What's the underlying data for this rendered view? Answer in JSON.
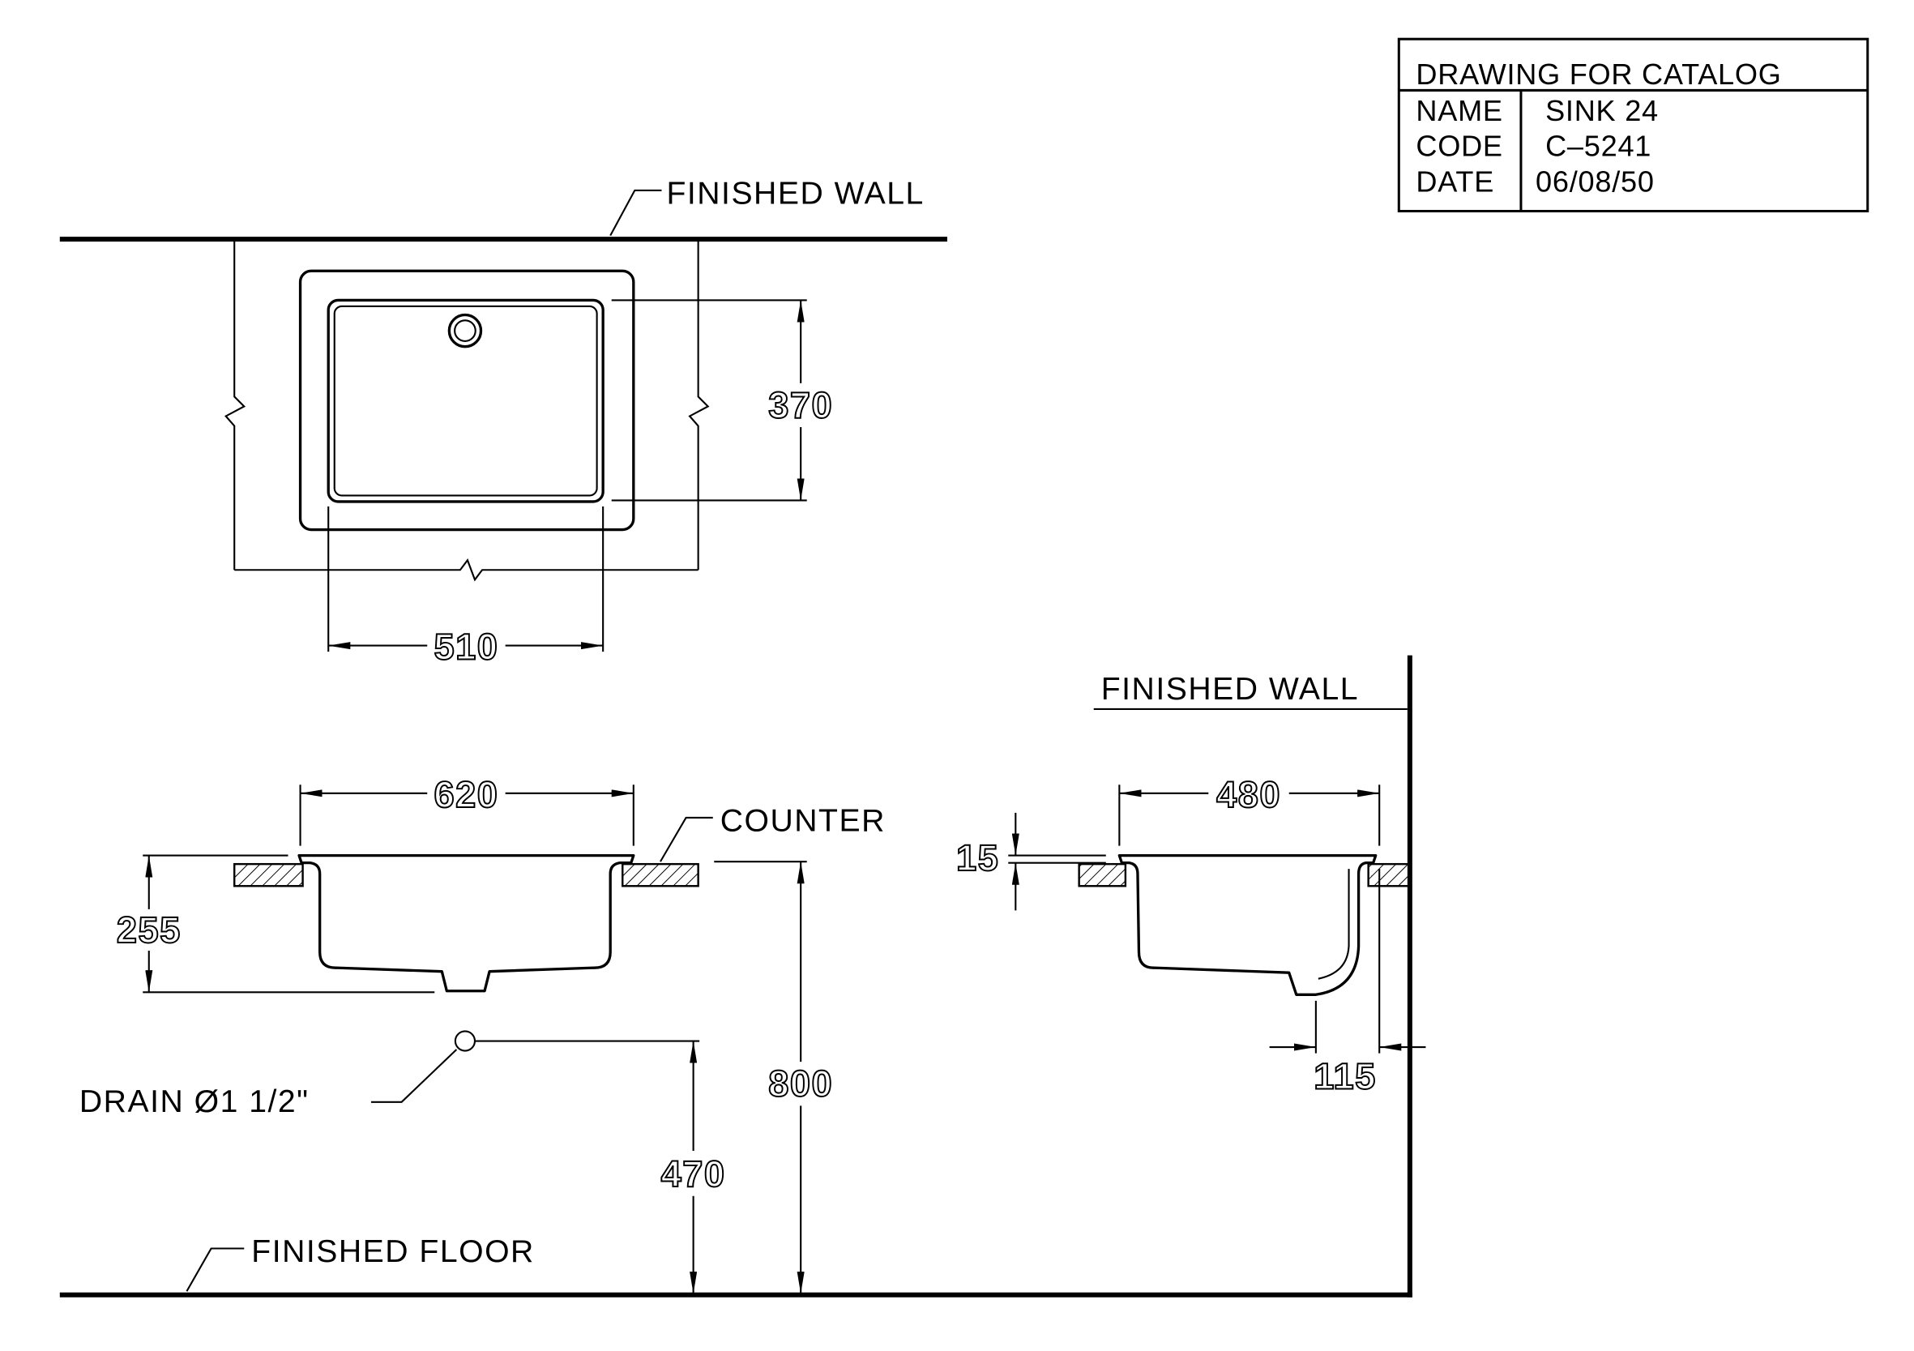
{
  "title_block": {
    "heading": "DRAWING FOR CATALOG",
    "rows": [
      {
        "label": "NAME",
        "value": "SINK 24"
      },
      {
        "label": "CODE",
        "value": "C–5241"
      },
      {
        "label": "DATE",
        "value": "06/08/50"
      }
    ]
  },
  "plan_view": {
    "wall_label": "FINISHED WALL",
    "dims": {
      "bowl_depth": "370",
      "bowl_width": "510"
    }
  },
  "front_view": {
    "counter_label": "COUNTER",
    "drain_label": "DRAIN Ø1 1/2\"",
    "floor_label": "FINISHED FLOOR",
    "dims": {
      "overall_width": "620",
      "sink_height": "255",
      "counter_height": "800",
      "drain_height": "470"
    }
  },
  "side_view": {
    "wall_label": "FINISHED WALL",
    "dims": {
      "overall_depth": "480",
      "rim_thickness": "15",
      "drain_offset": "115"
    }
  },
  "colors": {
    "line": "#000000",
    "background": "#ffffff"
  }
}
